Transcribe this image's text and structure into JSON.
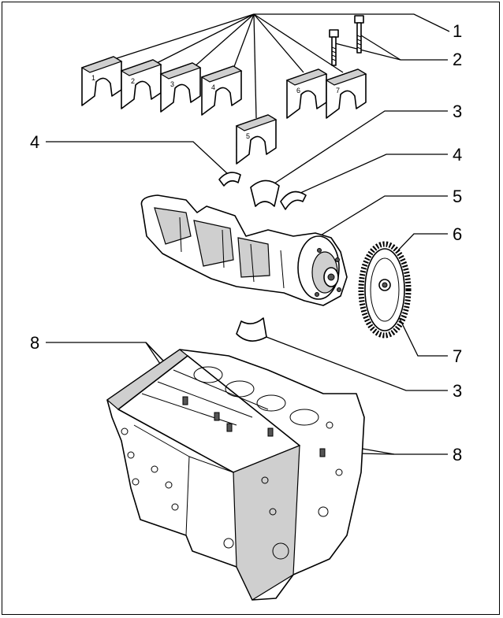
{
  "callouts": [
    {
      "id": "c1",
      "text": "1"
    },
    {
      "id": "c2",
      "text": "2"
    },
    {
      "id": "c3a",
      "text": "3"
    },
    {
      "id": "c4l",
      "text": "4"
    },
    {
      "id": "c4r",
      "text": "4"
    },
    {
      "id": "c5",
      "text": "5"
    },
    {
      "id": "c6",
      "text": "6"
    },
    {
      "id": "c7",
      "text": "7"
    },
    {
      "id": "c8l",
      "text": "8"
    },
    {
      "id": "c3b",
      "text": "3"
    },
    {
      "id": "c8r",
      "text": "8"
    }
  ],
  "cap_numbers": [
    "1",
    "2",
    "3",
    "4",
    "5",
    "6",
    "7"
  ],
  "colors": {
    "line": "#000000",
    "fill": "#ffffff",
    "shade": "#cfcfcf"
  }
}
